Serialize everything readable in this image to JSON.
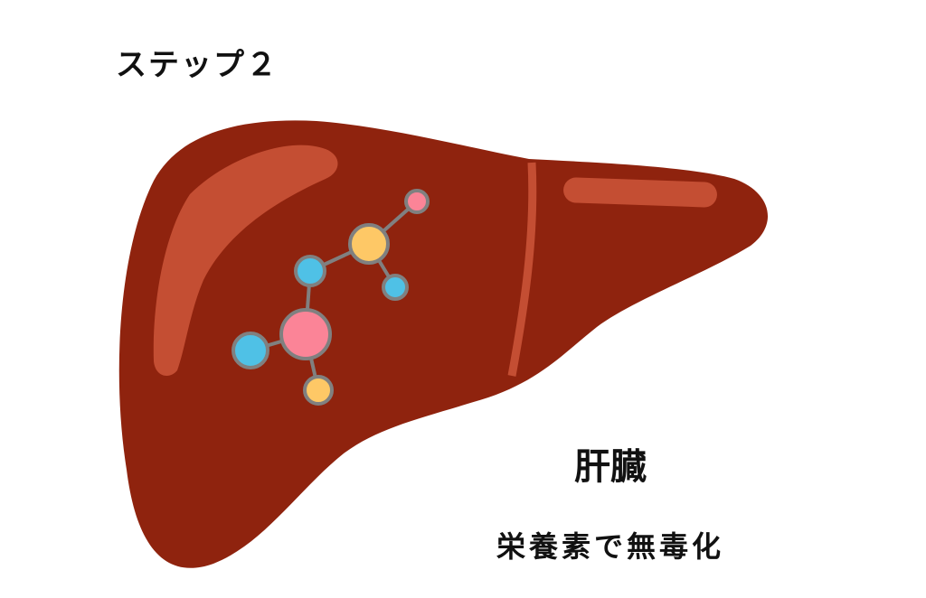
{
  "title": "ステップ２",
  "organ_label": "肝臓",
  "description": "栄養素で無毒化",
  "colors": {
    "liver": "#8f230e",
    "highlight": "#c44e33",
    "bond": "#808080",
    "pink": "#fb8497",
    "yellow": "#fec866",
    "blue": "#4fc1e6"
  }
}
